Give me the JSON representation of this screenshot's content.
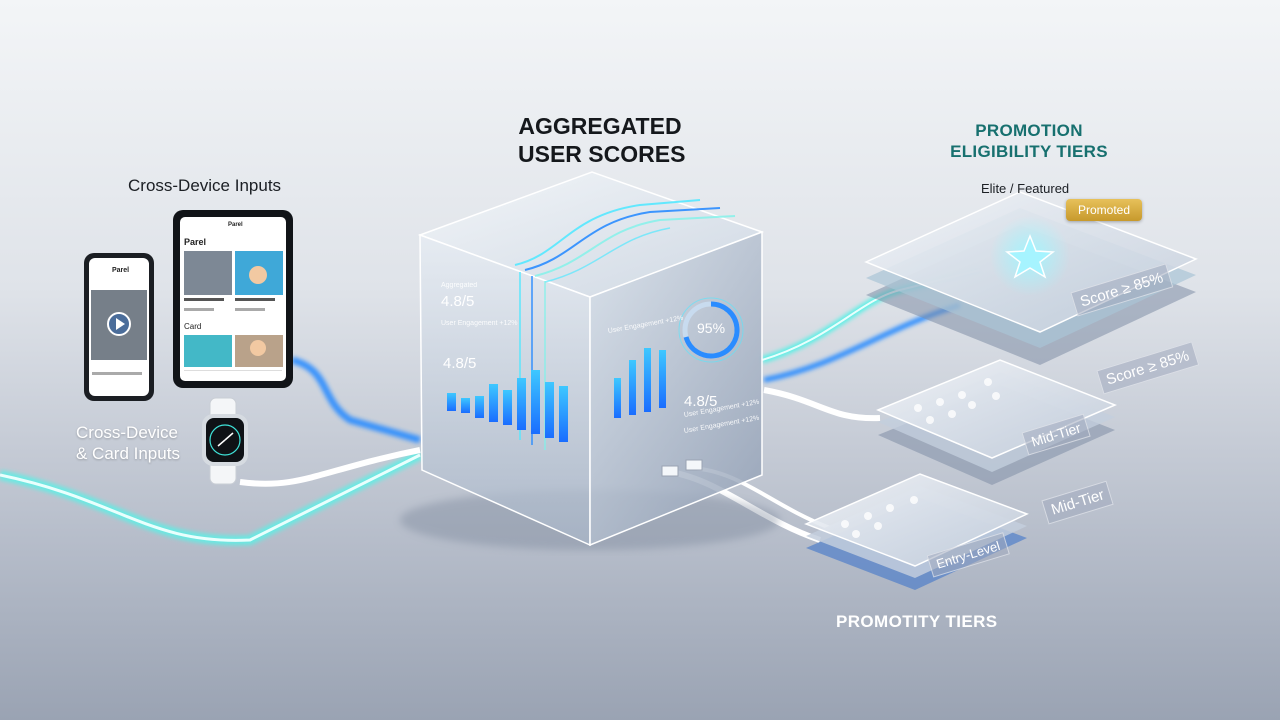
{
  "headings": {
    "aggregated_line1": "AGGREGATED",
    "aggregated_line2": "USER SCORES",
    "promotion_line1": "PROMOTION",
    "promotion_line2": "ELIGIBILITY TIERS",
    "cross_device_inputs": "Cross-Device Inputs",
    "cross_device_card_line1": "Cross-Device",
    "cross_device_card_line2": "& Card Inputs",
    "promotity_tiers": "PROMOTITY TIERS"
  },
  "tiers": {
    "elite_label": "Elite / Featured",
    "promoted_badge": "Promoted",
    "top_tag": "Score ≥ 85%",
    "top_side_tag": "Score ≥ 85%",
    "mid_tag": "Mid-Tier",
    "mid_side_tag": "Mid-Tier",
    "entry_tag": "Entry-Level"
  },
  "cube": {
    "left_small_title": "Aggregated",
    "left_score": "4.8/5",
    "left_engagement": "User Engagement +12%",
    "left_score2": "4.8/5",
    "right_engagement": "User Engagement +12%",
    "ring_value": "95%",
    "right_score": "4.8/5",
    "right_engagement2": "User Engagement +12%",
    "right_engagement3": "User Engagement +12%"
  },
  "devices": {
    "tablet_app_title": "Parel",
    "tablet_section": "Card",
    "phone_app_title": "Parel"
  },
  "colors": {
    "accent_cyan": "#3fe3d9",
    "accent_blue": "#2a8cff",
    "tier_heading": "#17706f",
    "badge_gold": "#d9ae3e"
  }
}
